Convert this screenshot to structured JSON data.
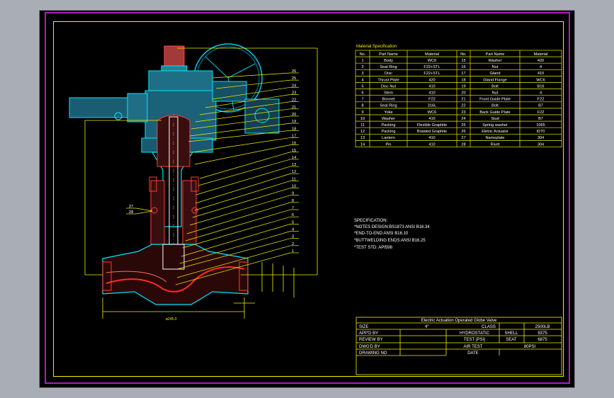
{
  "material_spec": {
    "title": "Material Specification",
    "headers": [
      "No.",
      "Part Name",
      "Material",
      "No.",
      "Part Name",
      "Material"
    ],
    "rows": [
      [
        "1",
        "Body",
        "WC6",
        "15",
        "Washer",
        "420"
      ],
      [
        "2",
        "Seat Ring",
        "F22+STL",
        "16",
        "Nut",
        "4"
      ],
      [
        "3",
        "Disc",
        "F22+STL",
        "17",
        "Gland",
        "410"
      ],
      [
        "4",
        "Thrust Plate",
        "420",
        "18",
        "Gland Flange",
        "WC6"
      ],
      [
        "5",
        "Disc Nut",
        "410",
        "19",
        "Bolt",
        "B16"
      ],
      [
        "6",
        "Stem",
        "410",
        "20",
        "Nut",
        "4"
      ],
      [
        "7",
        "Bonnet",
        "F22",
        "21",
        "Front Guide Plate",
        "F22"
      ],
      [
        "8",
        "Seal Ring",
        "316L",
        "22",
        "Bolt",
        "B7"
      ],
      [
        "9",
        "Yoke",
        "WC6",
        "23",
        "Back Guide Plate",
        "F22"
      ],
      [
        "10",
        "Washer",
        "410",
        "24",
        "Stud",
        "B7"
      ],
      [
        "11",
        "Packing",
        "Flexible Graphite",
        "25",
        "Spring washer",
        "1065"
      ],
      [
        "12",
        "Packing",
        "Braided Graphite",
        "26",
        "Eletric Actuator",
        "ID70"
      ],
      [
        "13",
        "Lantern",
        "410",
        "27",
        "Nameplate",
        "304"
      ],
      [
        "14",
        "Pin",
        "410",
        "28",
        "Rivet",
        "304"
      ]
    ]
  },
  "specification": {
    "heading": "SPECIFICATION:",
    "lines": [
      "*NOTES DESIGN:BS1873 ANSI B16.34",
      "*END-TO-END:ANSI B16.10",
      "*BUTTWELDING ENDS:ANSI B16.25",
      "*TEST STD: API598"
    ]
  },
  "title_block": {
    "title": "Electric Actuation Operated Globe Valve",
    "size_label": "SIZE",
    "size_value": "4\"",
    "class_label": "CLASS",
    "class_value": "2500LB",
    "approved_label": "APP'D BY",
    "review_label": "REVIEW BY",
    "drawn_label": "DWG'D BY",
    "drawing_no_label": "DRAWING NO",
    "hydrostatic_label": "HYDROSTATIC",
    "test_psi_label": "TEST  (PSI)",
    "shell_label": "SHELL",
    "shell_value": "9375",
    "seat_label": "SEAT",
    "seat_value": "6875",
    "air_test_label": "AIR TEST",
    "air_test_value": "80PSI",
    "date_label": "DATE"
  },
  "callouts": {
    "right": [
      "26",
      "25",
      "24",
      "23",
      "22",
      "21",
      "20",
      "19",
      "18",
      "17",
      "16",
      "15",
      "14",
      "13",
      "12",
      "11",
      "10",
      "9",
      "8",
      "7",
      "6",
      "5",
      "4",
      "3",
      "2",
      "1"
    ],
    "left": [
      "27",
      "28"
    ]
  },
  "colors": {
    "background": "#000000",
    "frame": "#f0f000",
    "sheet_border": "#b21cb8",
    "text": "#ffffff",
    "valve_outline": "#00e5ff",
    "hatch": "#ff2a2a",
    "actuator": "#36c6e0"
  }
}
